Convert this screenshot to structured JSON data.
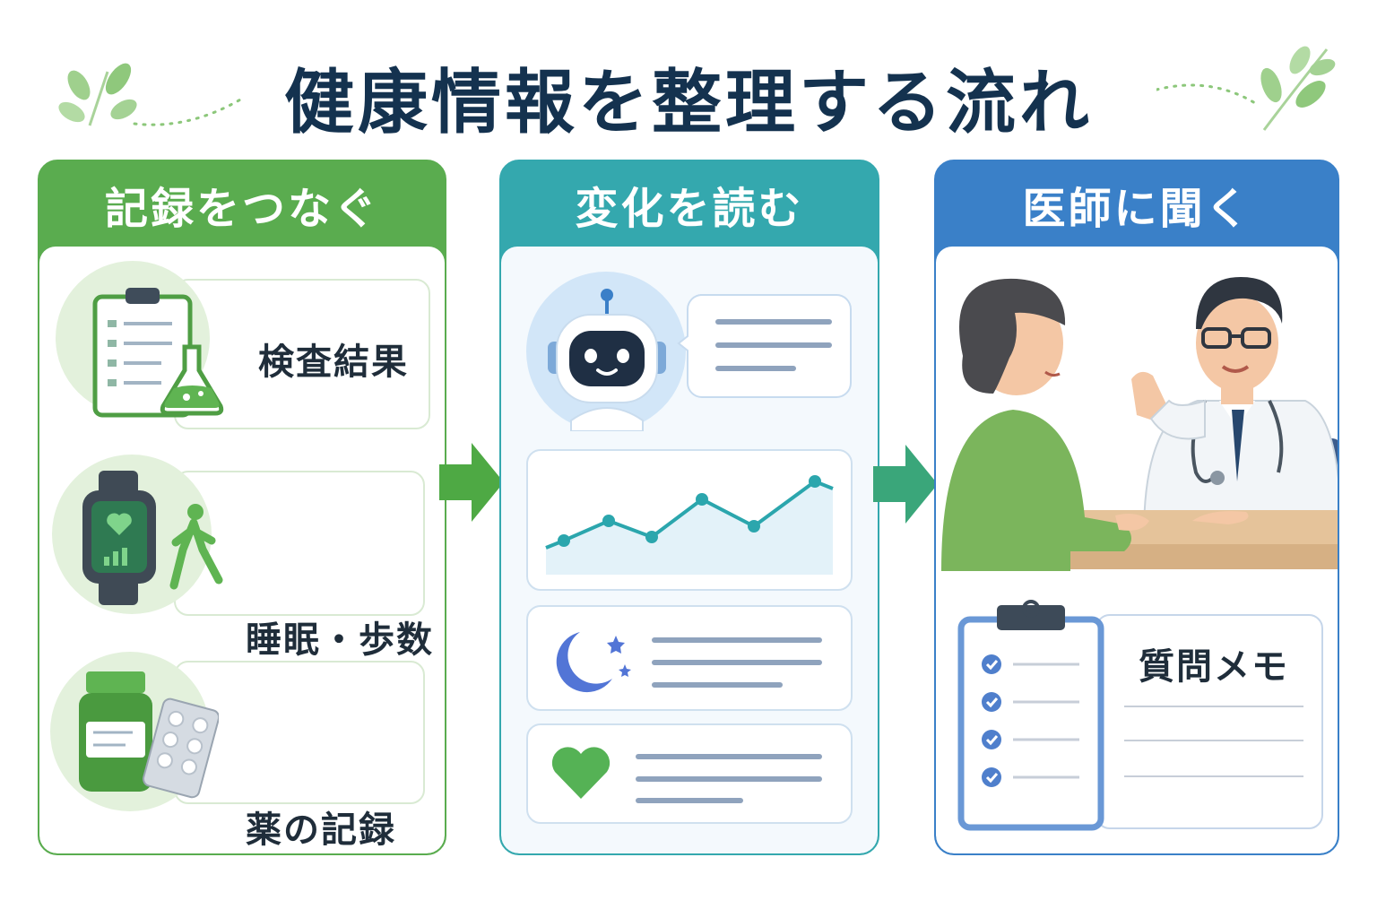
{
  "title": "健康情報を整理する流れ",
  "colors": {
    "green": "#5aac4f",
    "teal": "#34a8ae",
    "blue": "#3a80c8",
    "title": "#14324f"
  },
  "steps": [
    {
      "header": "記録をつなぐ",
      "items": [
        {
          "icon": "clipboard-flask-icon",
          "label": "検査結果"
        },
        {
          "icon": "smartwatch-walking-icon",
          "label": "睡眠・歩数"
        },
        {
          "icon": "medicine-bottle-pills-icon",
          "label": "薬の記録"
        }
      ]
    },
    {
      "header": "変化を読む",
      "items": [
        {
          "icon": "robot-assistant-icon"
        },
        {
          "icon": "trend-line-chart-icon"
        },
        {
          "icon": "moon-stars-icon"
        },
        {
          "icon": "heart-icon"
        }
      ]
    },
    {
      "header": "医師に聞く",
      "items": [
        {
          "icon": "doctor-consultation-illustration"
        },
        {
          "icon": "checklist-clipboard-icon",
          "label": "質問メモ"
        }
      ]
    }
  ]
}
